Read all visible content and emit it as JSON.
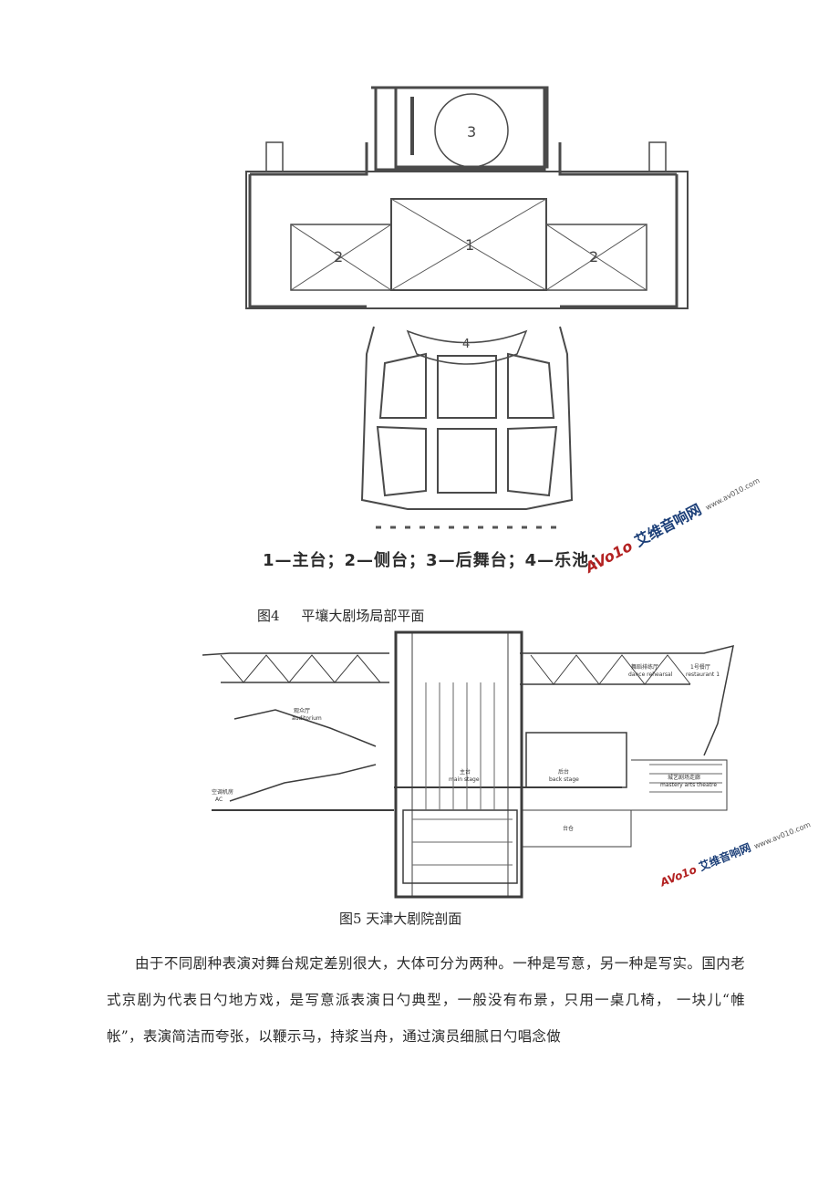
{
  "figure4": {
    "labels": [
      "1",
      "2",
      "2",
      "3",
      "4"
    ],
    "legend": "1—主台；2—侧台；3—后舞台；4—乐池；",
    "caption": "图4     平壤大剧场局部平面"
  },
  "figure5": {
    "labels": {
      "auditorium_cn": "观众厅",
      "auditorium_en": "auditorium",
      "main_stage_cn": "主台",
      "main_stage_en": "main stage",
      "back_stage_cn": "后台",
      "back_stage_en": "back stage",
      "dance_cn": "舞蹈排练厅",
      "dance_en": "dance rehearsal",
      "restaurant_cn": "1号餐厅",
      "restaurant_en": "restaurant 1",
      "ac_cn": "空调机房",
      "ac_en": "AC",
      "theatre_cn": "城艺剧场走廊",
      "theatre_en": "mastery arts theatre",
      "pit_cn": "台仓"
    },
    "caption": "图5 天津大剧院剖面"
  },
  "watermark": {
    "logo": "AVo1o",
    "name": "艾维音响网",
    "url": "www.av010.com"
  },
  "paragraph": "由于不同剧种表演对舞台规定差别很大，大体可分为两种。一种是写意，另一种是写实。国内老式京剧为代表日勺地方戏，是写意派表演日勺典型，一般没有布景，只用一桌几椅，  一块儿“帷帐”，表演简洁而夸张，以鞭示马，持浆当舟，通过演员细腻日勺唱念做"
}
